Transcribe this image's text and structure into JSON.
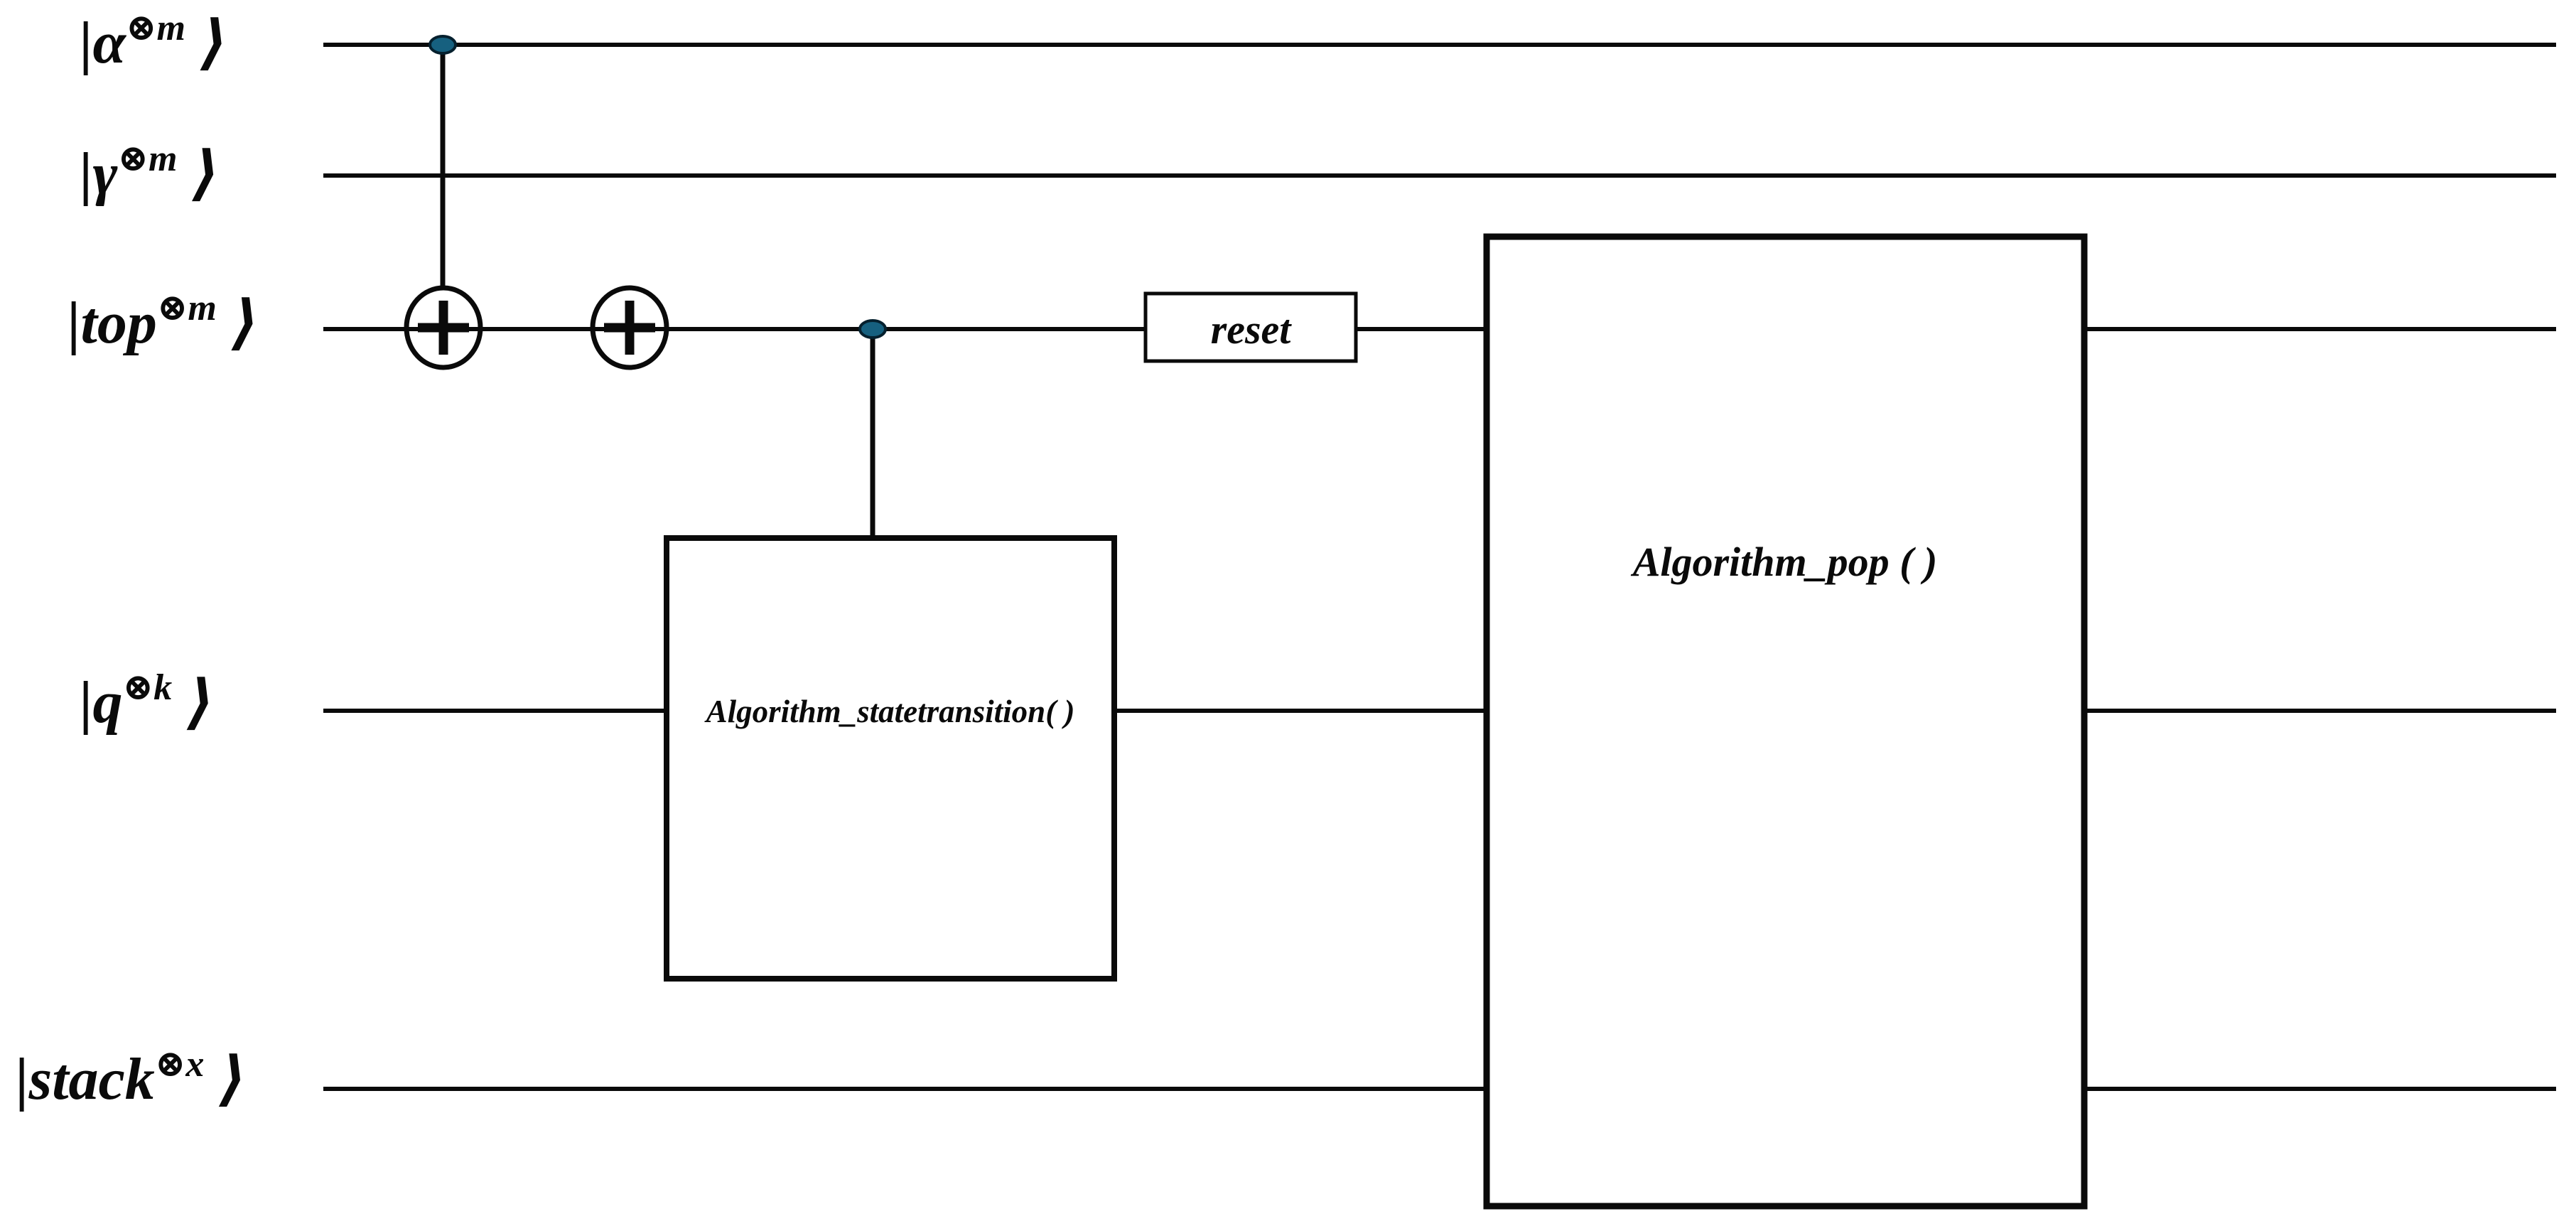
{
  "figure": {
    "type": "quantum-circuit-diagram",
    "background": "#ffffff",
    "wire_color": "#0a0a0a",
    "control_dot_fill": "#16607f",
    "control_dot_stroke": "#05202e"
  },
  "wires": [
    {
      "id": "alpha",
      "label_main": "|α",
      "label_sup": "⊗m",
      "label_ket": " ⟩"
    },
    {
      "id": "gamma",
      "label_main": "|γ",
      "label_sup": "⊗m",
      "label_ket": " ⟩"
    },
    {
      "id": "top",
      "label_main": "|top",
      "label_sup": "⊗m",
      "label_ket": " ⟩"
    },
    {
      "id": "q",
      "label_main": "|q",
      "label_sup": "⊗k",
      "label_ket": " ⟩"
    },
    {
      "id": "stack",
      "label_main": "|stack",
      "label_sup": "⊗x",
      "label_ket": " ⟩"
    }
  ],
  "gates": {
    "cnot": {
      "type": "cnot",
      "control_wire": "alpha",
      "target_wire": "top"
    },
    "x_gate": {
      "type": "x",
      "wire": "top"
    },
    "statetransition": {
      "label": "Algorithm_statetransition( )",
      "control_wire": "top",
      "target_wire": "q"
    },
    "reset": {
      "label": "reset",
      "wire": "top"
    },
    "pop": {
      "label": "Algorithm_pop ( )"
    }
  }
}
